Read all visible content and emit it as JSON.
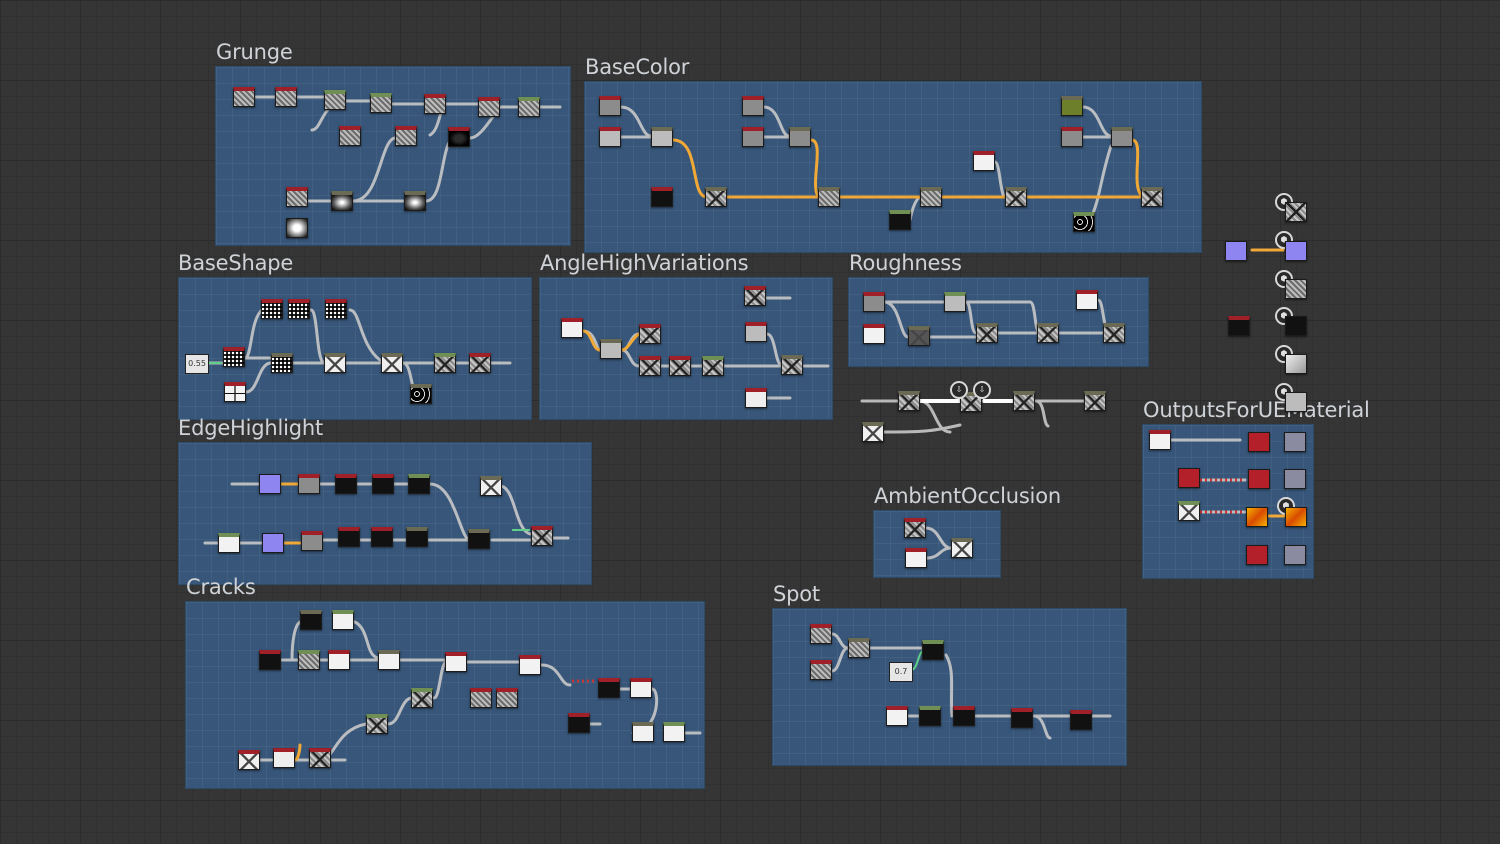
{
  "frames": [
    {
      "id": "grunge",
      "title": "Grunge"
    },
    {
      "id": "basecolor",
      "title": "BaseColor"
    },
    {
      "id": "baseshape",
      "title": "BaseShape"
    },
    {
      "id": "anglehigh",
      "title": "AngleHighVariations"
    },
    {
      "id": "roughness",
      "title": "Roughness"
    },
    {
      "id": "edgehighlight",
      "title": "EdgeHighlight"
    },
    {
      "id": "ambientocclusion",
      "title": "AmbientOcclusion"
    },
    {
      "id": "outputs",
      "title": "OutputsForUEMaterial"
    },
    {
      "id": "cracks",
      "title": "Cracks"
    },
    {
      "id": "spot",
      "title": "Spot"
    }
  ],
  "value_nodes": {
    "baseshape_value": "0.55",
    "spot_value": "0.7"
  },
  "icons": {
    "output": "output-icon",
    "export": "export-icon"
  },
  "colors": {
    "canvas": "#353535",
    "frame": "#375679",
    "wire": "#c8c8c8",
    "wire_highlight": "#f0a836",
    "node_header": "#a0202a",
    "title": "#cfd3d8"
  }
}
